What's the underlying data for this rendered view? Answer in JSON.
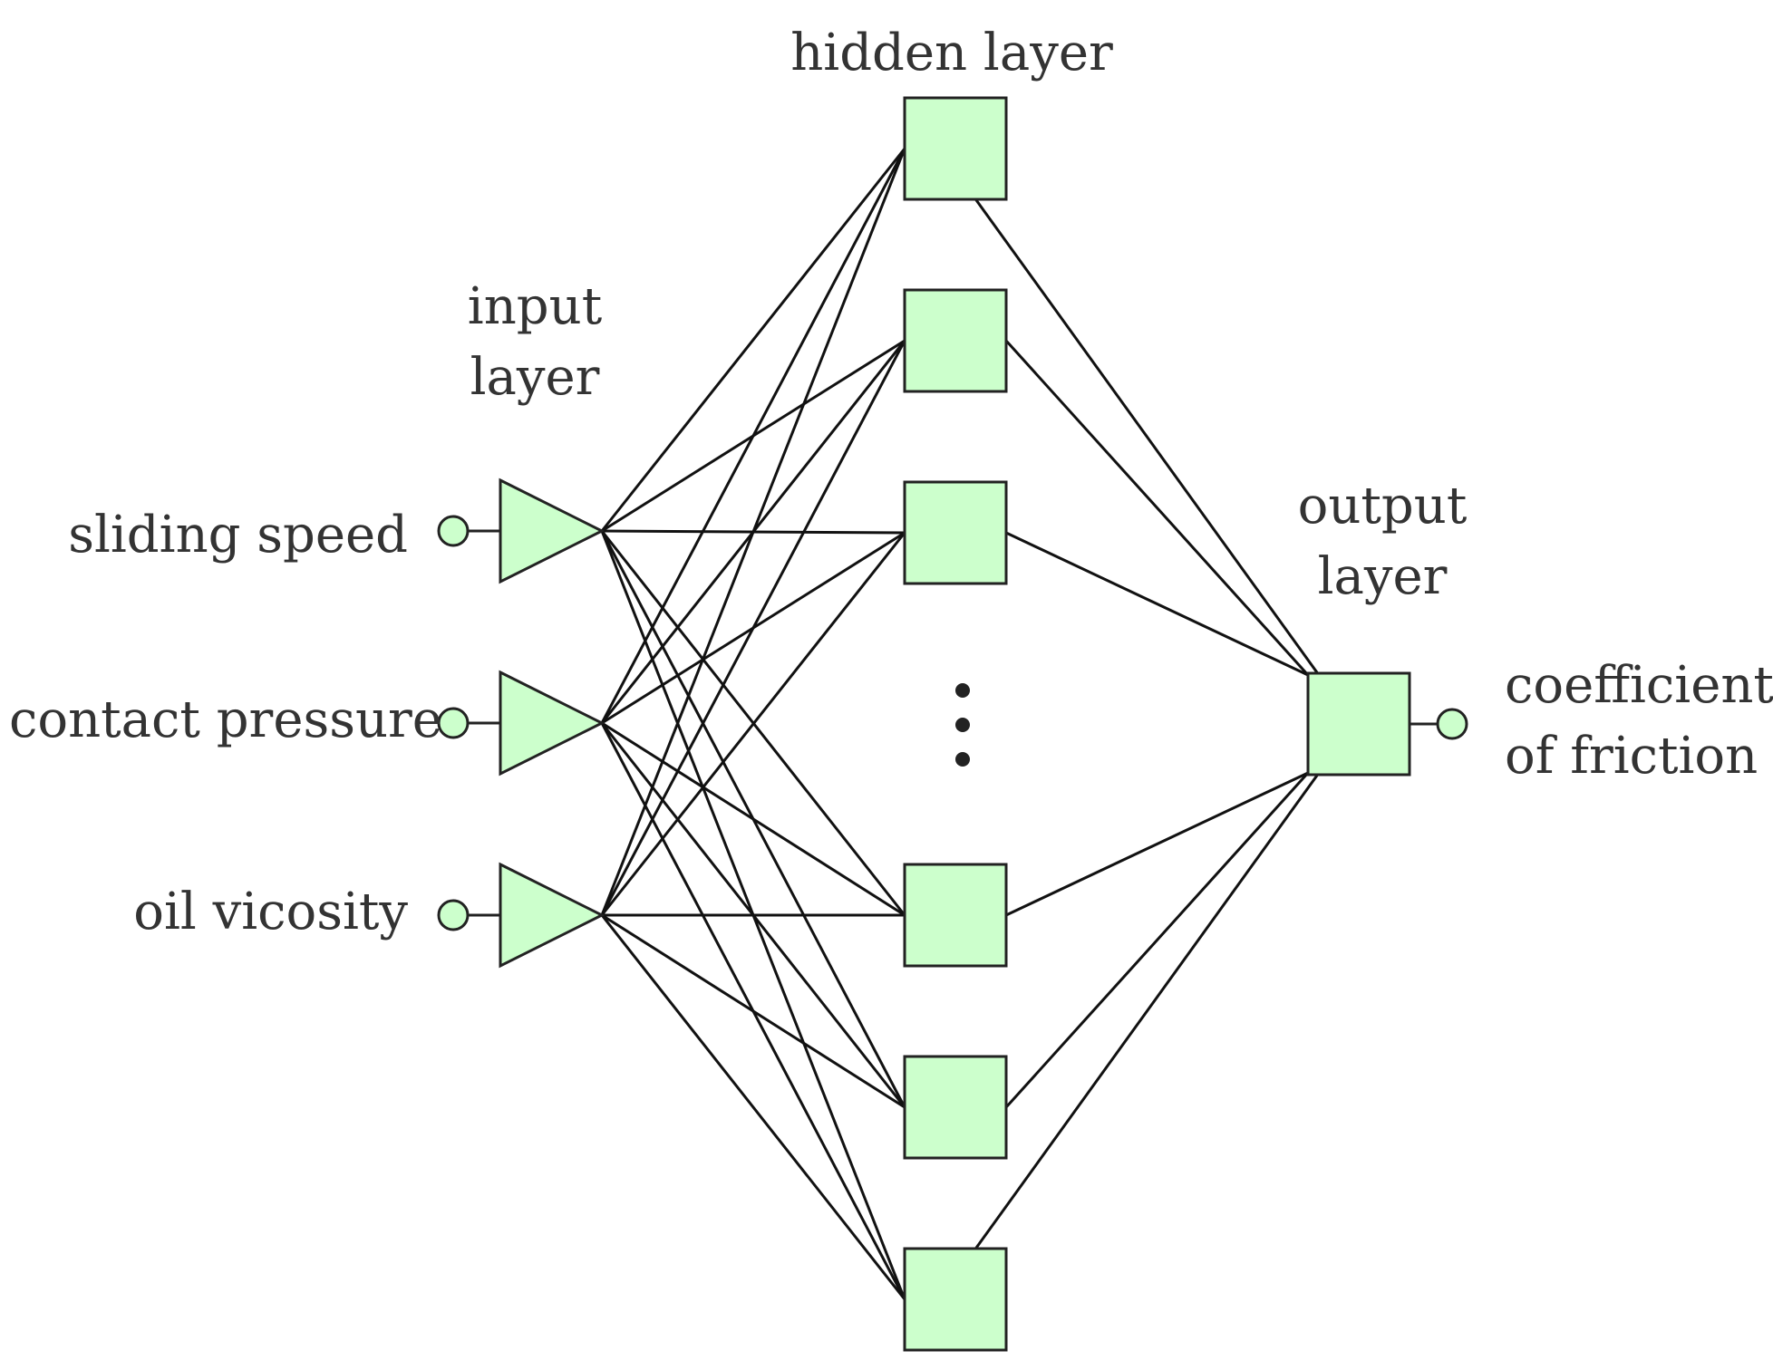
{
  "labels": {
    "hidden_layer": "hidden layer",
    "input_layer": [
      "input",
      "layer"
    ],
    "output_layer": [
      "output",
      "layer"
    ],
    "inputs": [
      "sliding speed",
      "contact pressure",
      "oil vicosity"
    ],
    "output": [
      "coefficient",
      "of friction"
    ]
  },
  "colors": {
    "node_fill": "#ccffcc",
    "node_stroke": "#222222",
    "edge": "#111111",
    "text": "#333333"
  },
  "network": {
    "input_nodes": 3,
    "hidden_nodes_shown": 6,
    "output_nodes": 1,
    "fully_connected": true,
    "ellipsis_in_hidden_layer": true
  }
}
